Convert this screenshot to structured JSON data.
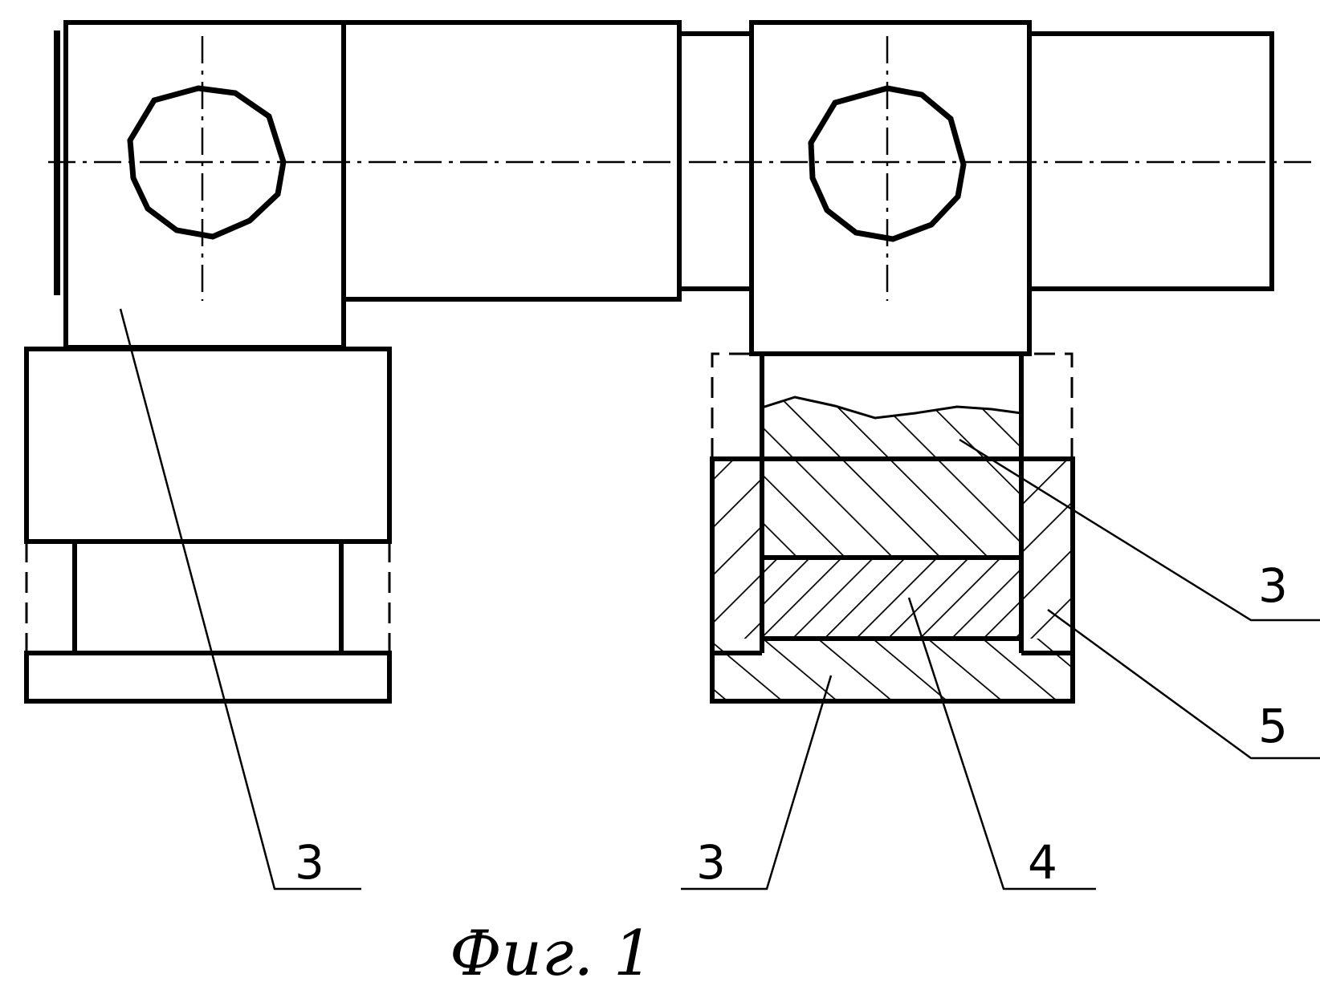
{
  "figure": {
    "caption": "Фиг. 1",
    "labels": [
      "3",
      "3",
      "4",
      "3",
      "5"
    ]
  }
}
